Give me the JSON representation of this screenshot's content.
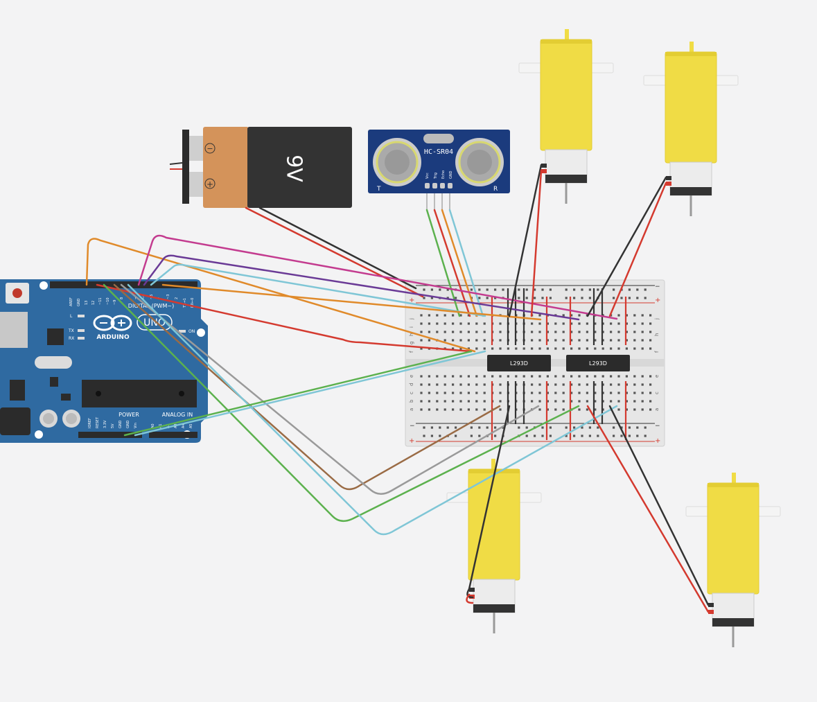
{
  "battery": {
    "label": "9V",
    "minus": "−",
    "plus": "+"
  },
  "sensor": {
    "name": "HC-SR04",
    "pins": [
      "Vcc",
      "Trig",
      "Echo",
      "GND"
    ],
    "left_mark": "T",
    "right_mark": "R"
  },
  "arduino": {
    "brand": "ARDUINO",
    "model": "UNO",
    "digital_label": "DIGITAL (PWM~)",
    "power_label": "POWER",
    "analog_label": "ANALOG IN",
    "on_label": "ON",
    "led_labels": [
      "L",
      "TX",
      "RX"
    ],
    "top_pins": [
      "AREF",
      "GND",
      "13",
      "12",
      "~11",
      "~10",
      "~9",
      "8",
      "7",
      "~6",
      "~5",
      "4",
      "~3",
      "2",
      "TX→1",
      "RX←0"
    ],
    "power_pins": [
      "IOREF",
      "RESET",
      "3.3V",
      "5V",
      "GND",
      "GND",
      "Vin"
    ],
    "analog_pins": [
      "A0",
      "A1",
      "A2",
      "A3",
      "A4",
      "A5"
    ]
  },
  "breadboard": {
    "row_letters_top": [
      "j",
      "i",
      "h",
      "g",
      "f"
    ],
    "row_letters_bottom": [
      "e",
      "d",
      "c",
      "b",
      "a"
    ],
    "minus": "−",
    "plus": "+"
  },
  "chips": [
    {
      "label": "L293D"
    },
    {
      "label": "L293D"
    }
  ],
  "motors": [
    {
      "id": "motor-1"
    },
    {
      "id": "motor-2"
    },
    {
      "id": "motor-3"
    },
    {
      "id": "motor-4"
    }
  ],
  "colors": {
    "background": "#f3f3f4",
    "arduino_board": "#2f6aa1",
    "breadboard": "#e6e6e6",
    "motor_yellow": "#f0dc45",
    "sensor_board": "#1b3b7d",
    "wire_red": "#d43a2f",
    "wire_black": "#333333",
    "wire_orange": "#e08a2a",
    "wire_magenta": "#c33b8f",
    "wire_purple": "#6a3a96",
    "wire_cyan": "#7fc6d6",
    "wire_green": "#5cb14e",
    "wire_brown": "#9a6b45",
    "wire_gray": "#9a9a9a"
  }
}
